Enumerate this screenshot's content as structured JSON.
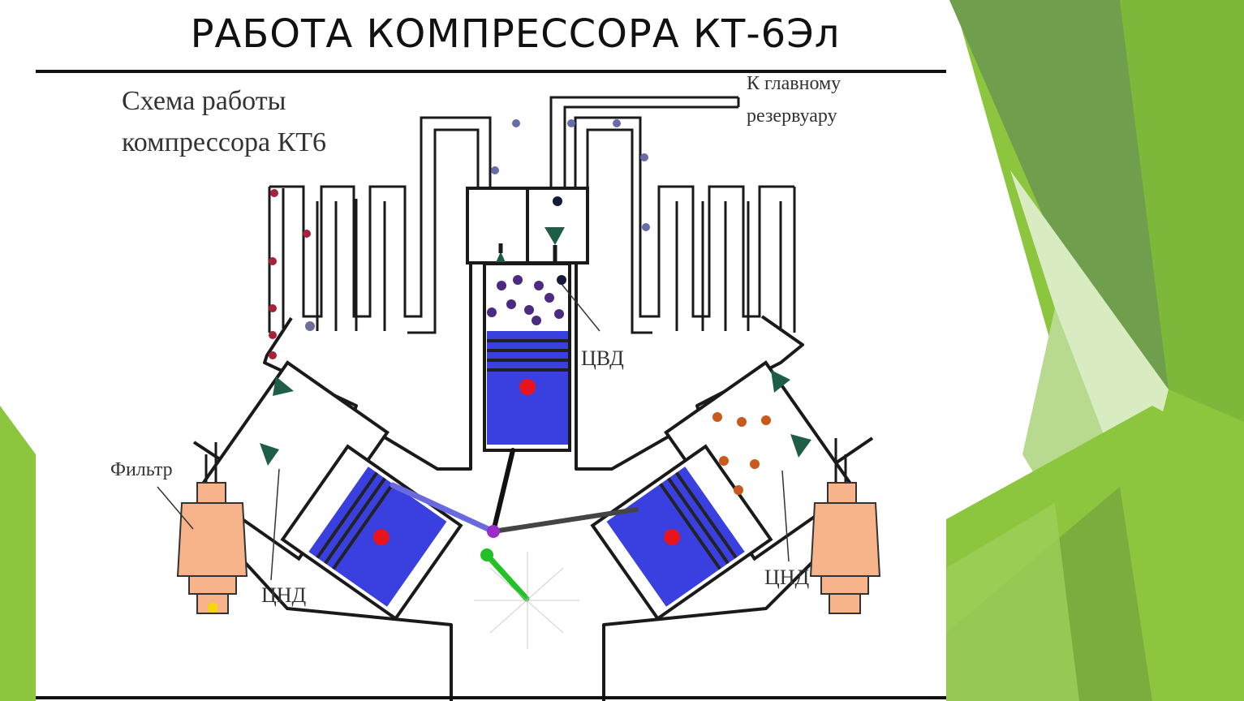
{
  "slide": {
    "title": "РАБОТА КОМПРЕССОРА КТ-6Эл"
  },
  "diagram": {
    "caption_line1": "Схема работы",
    "caption_line2": "компрессора КТ6",
    "to_reservoir_line1": "К главному",
    "to_reservoir_line2": "резервуару",
    "label_filter": "Фильтр",
    "label_lp_left": "ЦНД",
    "label_lp_right": "ЦНД",
    "label_hp": "ЦВД"
  },
  "colors": {
    "piston_blue": "#3a3fe0",
    "filter_orange": "#f7b48a",
    "valve_green": "#1f5e46",
    "air_purple": "#4b2a82",
    "air_red": "#a3233a",
    "air_orange": "#c95a1e",
    "deco_green_dark": "#6a9a45",
    "deco_green_light": "#8cc63f"
  }
}
